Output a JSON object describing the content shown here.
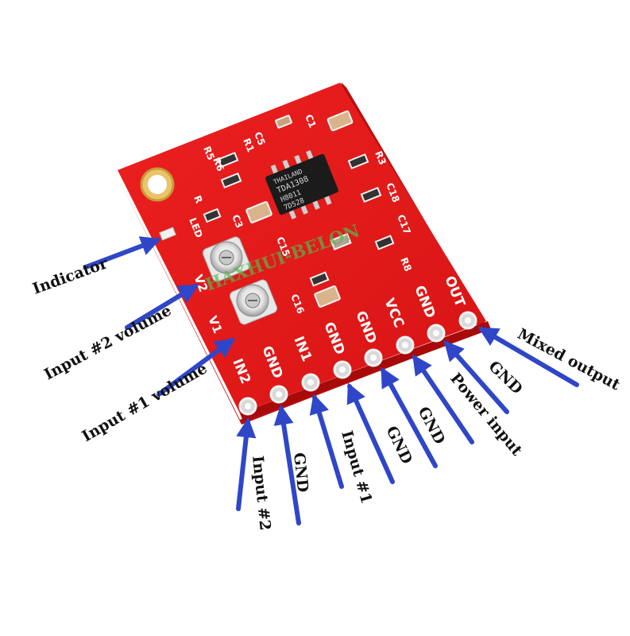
{
  "colors": {
    "board": "#e01818",
    "board_edge": "#b80d0d",
    "silkscreen": "#ffffff",
    "arrow": "#2f46c8",
    "pad": "#d9d9d9",
    "chip": "#1b1b1b"
  },
  "board": {
    "pin_labels": [
      "IN2",
      "GND",
      "IN1",
      "GND",
      "GND",
      "VCC",
      "GND",
      "OUT"
    ],
    "pot_labels": [
      "V1",
      "V2"
    ],
    "indicator_label": "LED",
    "component_labels": [
      "R6",
      "R5",
      "R1",
      "C5",
      "C1",
      "C3",
      "C17",
      "C18",
      "R3",
      "R8",
      "C16",
      "C15",
      "R"
    ],
    "chip_lines": [
      "THAILAND",
      "TDA1308",
      "H8011",
      "7D528"
    ],
    "watermark": "HAXHUI-BELON"
  },
  "callouts": [
    {
      "id": "indicator",
      "text": "Indicator"
    },
    {
      "id": "input2-volume",
      "text": "Input #2 volume"
    },
    {
      "id": "input1-volume",
      "text": "Input #1 volume"
    },
    {
      "id": "input2",
      "text": "Input #2"
    },
    {
      "id": "gnd-1",
      "text": "GND"
    },
    {
      "id": "input1",
      "text": "Input #1"
    },
    {
      "id": "gnd-2",
      "text": "GND"
    },
    {
      "id": "gnd-3",
      "text": "GND"
    },
    {
      "id": "power-input",
      "text": "Power input"
    },
    {
      "id": "gnd-4",
      "text": "GND"
    },
    {
      "id": "mixed-output",
      "text": "Mixed output"
    }
  ]
}
